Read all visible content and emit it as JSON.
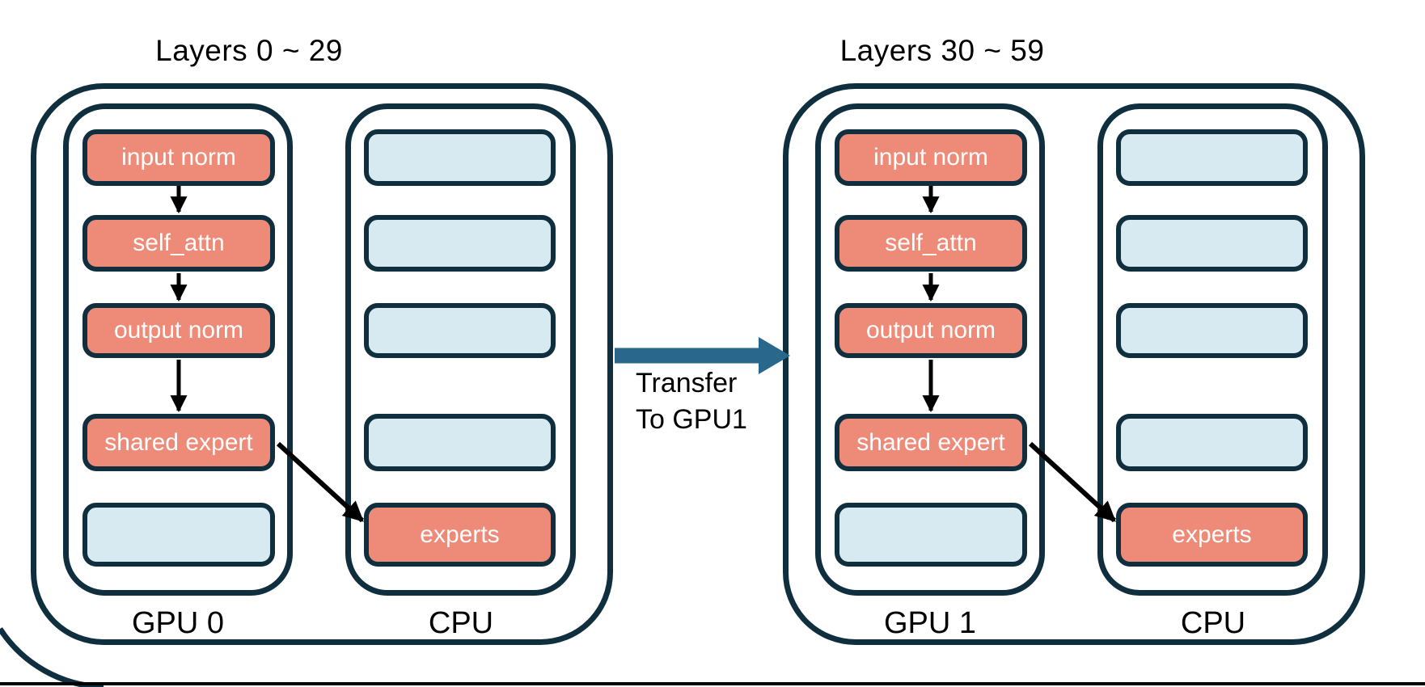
{
  "panels": [
    {
      "title": "Layers 0 ~ 29",
      "gpu_label": "GPU 0",
      "cpu_label": "CPU",
      "gpu_boxes": [
        "input norm",
        "self_attn",
        "output norm",
        "shared expert",
        ""
      ],
      "cpu_boxes": [
        "",
        "",
        "",
        "",
        "experts"
      ]
    },
    {
      "title": "Layers 30 ~ 59",
      "gpu_label": "GPU 1",
      "cpu_label": "CPU",
      "gpu_boxes": [
        "input norm",
        "self_attn",
        "output norm",
        "shared expert",
        ""
      ],
      "cpu_boxes": [
        "",
        "",
        "",
        "",
        "experts"
      ]
    }
  ],
  "transfer": {
    "line1": "Transfer",
    "line2": "To GPU1"
  },
  "colors": {
    "outline_stroke": "#102F3E",
    "weight_box_active": "#ED8B78",
    "weight_box_empty": "#D8EAF1",
    "transfer_arrow": "#29688C",
    "flow_arrow": "#000000",
    "bottom_border": "#000000"
  }
}
